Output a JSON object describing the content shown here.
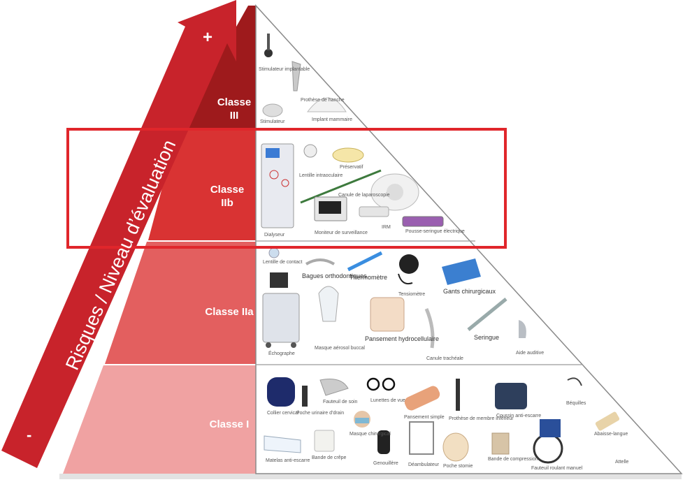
{
  "axis": {
    "label": "Risques / Niveau d’évaluation",
    "plus": "+",
    "minus": "-"
  },
  "colors": {
    "class3": "#9e1a1c",
    "class2b": "#d93333",
    "class2a": "#e35f5f",
    "class1": "#f0a2a2",
    "arrow": "#c8232b",
    "highlight": "#e0262b"
  },
  "classes": [
    {
      "id": "III",
      "line1": "Classe",
      "line2": "III",
      "devices": [
        "Stimulateur implantable",
        "Prothèse de hanche",
        "Stimulateur",
        "Implant mammaire"
      ]
    },
    {
      "id": "IIb",
      "line1": "Classe",
      "line2": "IIb",
      "devices": [
        "Lentille intraoculaire",
        "Préservatif",
        "Canule de laparoscopie",
        "Moniteur de surveillance",
        "IRM",
        "Pousse-seringue électrique",
        "Dialyseur"
      ]
    },
    {
      "id": "IIa",
      "line1": "Classe IIa",
      "line2": "",
      "devices": [
        "Lentille de contact",
        "Bagues orthodontiques",
        "Thermomètre",
        "Tensiomètre",
        "Gants chirurgicaux",
        "Échographe",
        "Masque aérosol buccal",
        "Pansement hydrocellulaire",
        "Canule trachéale",
        "Seringue",
        "Aide auditive"
      ]
    },
    {
      "id": "I",
      "line1": "Classe I",
      "line2": "",
      "devices": [
        "Collier cervical",
        "Poche urinaire d’drain",
        "Fauteuil de soin",
        "Lunettes de vue",
        "Pansement simple",
        "Prothèse de membre inférieur",
        "Coussin anti-escarre",
        "Béquilles",
        "Masque chirurgical",
        "Genouillère",
        "Déambulateur",
        "Poche stomie",
        "Bande de compression",
        "Fauteuil roulant manuel",
        "Abaisse-langue",
        "Attelle",
        "Matelas anti-escarre",
        "Bande de crêpe"
      ]
    }
  ]
}
